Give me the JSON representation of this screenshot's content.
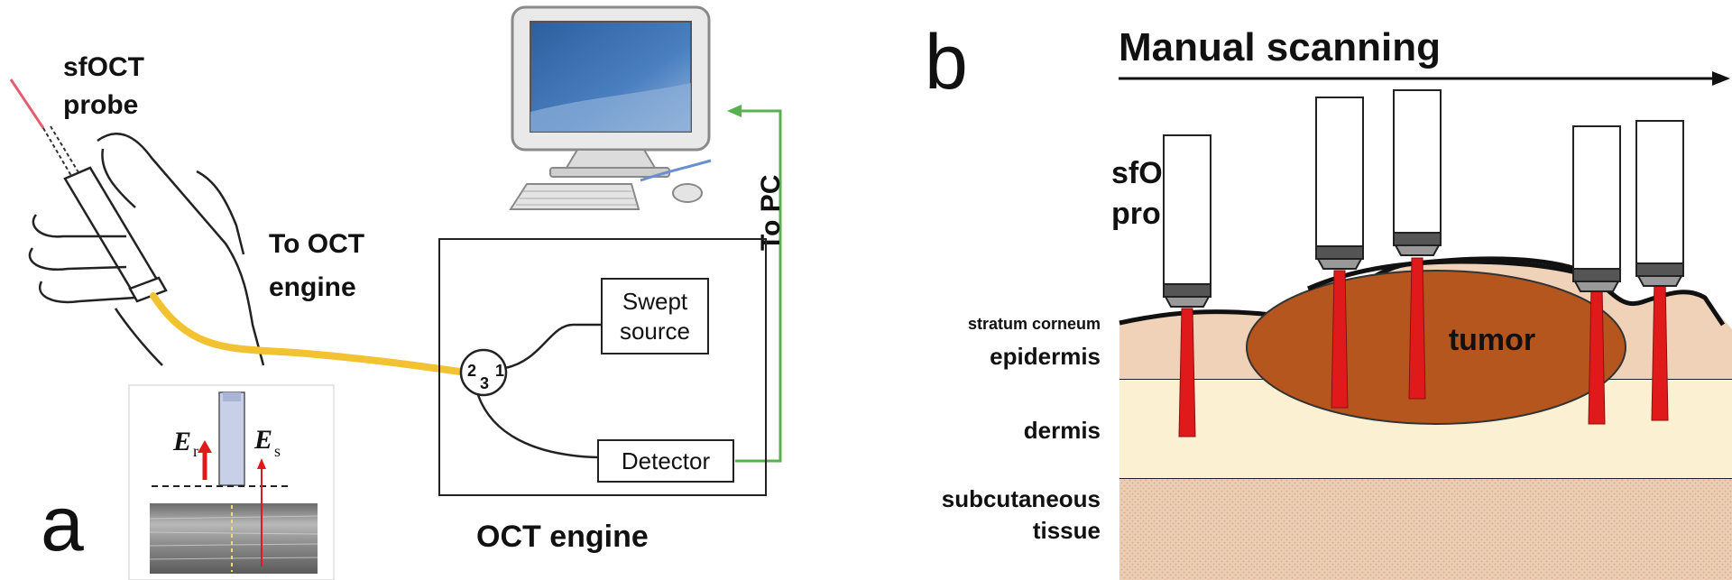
{
  "panel_a": {
    "panel_letter": "a",
    "probe_label_line1": "sfOCT",
    "probe_label_line2": "probe",
    "to_engine_line1": "To OCT",
    "to_engine_line2": "engine",
    "to_pc": "To PC",
    "swept_source_line1": "Swept",
    "swept_source_line2": "source",
    "detector": "Detector",
    "engine_caption": "OCT engine",
    "port_1": "1",
    "port_2": "2",
    "port_3": "3",
    "er_symbol": "E",
    "er_subscript": "r",
    "es_symbol": "E",
    "es_subscript": "s"
  },
  "panel_b": {
    "panel_letter": "b",
    "title": "Manual scanning",
    "probe_label_line1": "sfOCT",
    "probe_label_line2": "probe",
    "stratum_corneum": "stratum corneum",
    "epidermis": "epidermis",
    "dermis": "dermis",
    "subcutaneous_line1": "subcutaneous",
    "subcutaneous_line2": "tissue",
    "tumor": "tumor"
  },
  "colors": {
    "fiber": "#F2C230",
    "to_pc_line": "#58B04F",
    "beam": "#E01A1A",
    "epidermis": "#F0D2B8",
    "dermis": "#FBF0D2",
    "subcutaneous": "#EBCDB4",
    "tumor": "#B5561F",
    "monitor_screen": "#3A6CA8"
  }
}
